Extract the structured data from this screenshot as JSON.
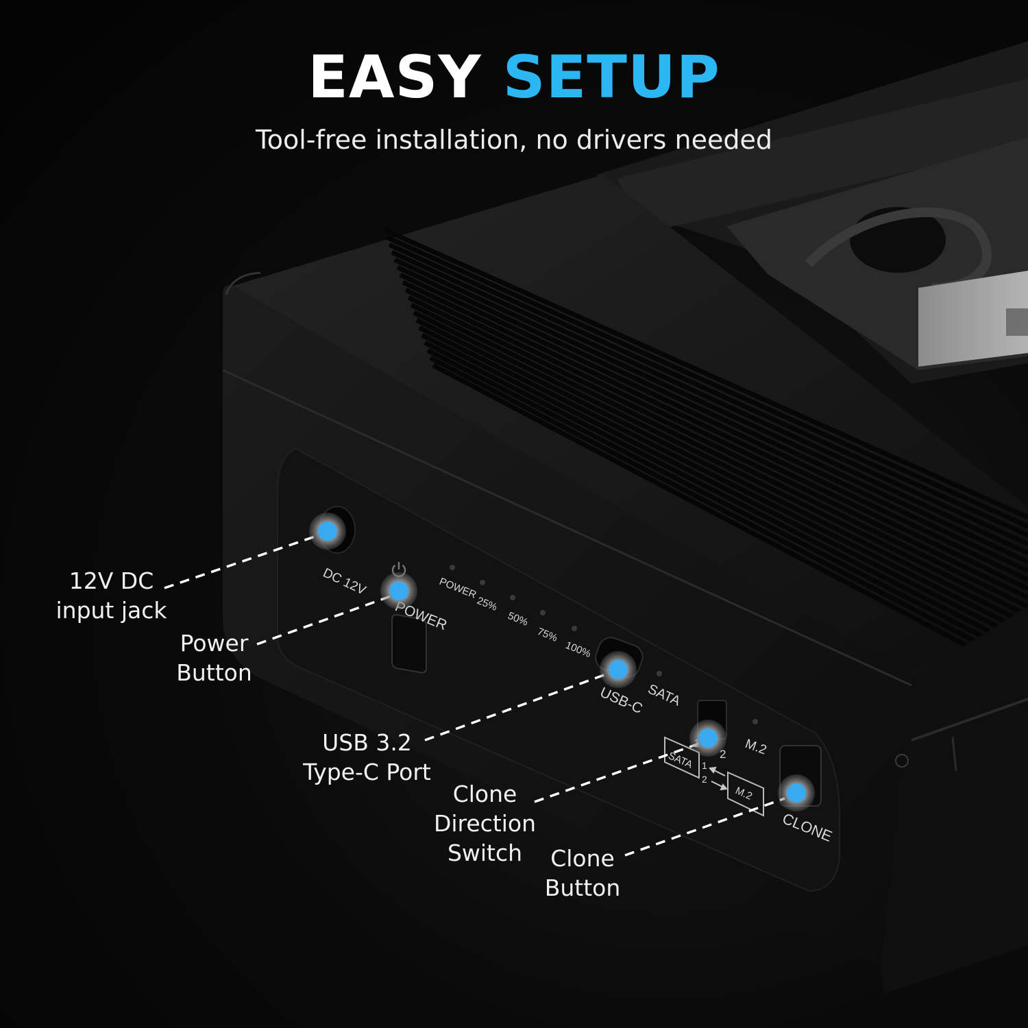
{
  "headline": {
    "word1": "EASY",
    "word2": "SETUP"
  },
  "subheadline": "Tool-free installation, no drivers needed",
  "colors": {
    "accent": "#2cb6f2",
    "marker": "#3aaaf0",
    "background": "#050505",
    "device": "#161616"
  },
  "callouts": {
    "dc": "12V DC\ninput jack",
    "power": "Power\nButton",
    "usb": "USB 3.2\nType-C Port",
    "switch": "Clone\nDirection\nSwitch",
    "clone": "Clone\nButton"
  },
  "device_labels": {
    "dc": "DC 12V",
    "power_button": "POWER",
    "led_power": "POWER",
    "led_25": "25%",
    "led_50": "50%",
    "led_75": "75%",
    "led_100": "100%",
    "usb_c": "USB-C",
    "sata": "SATA",
    "m2": "M.2",
    "switch_1": "1",
    "switch_2": "2",
    "box_sata": "SATA",
    "box_m2": "M.2",
    "clone": "CLONE"
  },
  "icons": [
    "power-symbol-icon",
    "clone-direction-arrows-icon"
  ]
}
